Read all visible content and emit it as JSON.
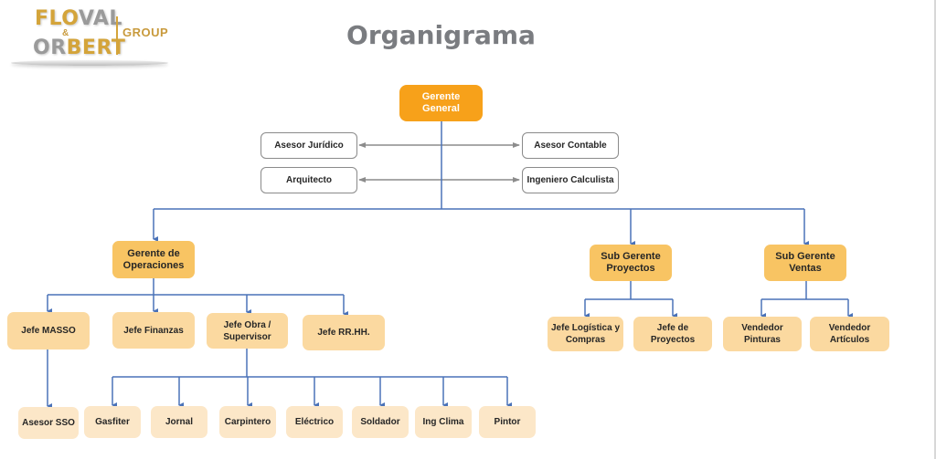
{
  "logo": {
    "line1_a": "FLO",
    "line1_b": "VAL",
    "ampersand": "&",
    "line2_a": "OR",
    "line2_b": "BERT",
    "group": "GROUP"
  },
  "title": "Organigrama",
  "colors": {
    "top": "#f7a11a",
    "manager": "#f8c463",
    "mid": "#fbd9a0",
    "low": "#fce7c8",
    "connector": "#4a72b8",
    "advisor_connector": "#8c8c8c"
  },
  "org": {
    "general_manager": "Gerente General",
    "advisors_left": [
      "Asesor Jurídico",
      "Arquitecto"
    ],
    "advisors_right": [
      "Asesor Contable",
      "Ingeniero Calculista"
    ],
    "operations": {
      "manager": "Gerente de Operaciones",
      "heads": [
        "Jefe MASSO",
        "Jefe Finanzas",
        "Jefe Obra / Supervisor",
        "Jefe RR.HH."
      ],
      "masso_report": "Asesor SSO",
      "site_workers": [
        "Gasfiter",
        "Jornal",
        "Carpintero",
        "Eléctrico",
        "Soldador",
        "Ing Clima",
        "Pintor"
      ]
    },
    "projects": {
      "manager": "Sub Gerente Proyectos",
      "heads": [
        "Jefe Logística y Compras",
        "Jefe de Proyectos"
      ]
    },
    "sales": {
      "manager": "Sub Gerente Ventas",
      "staff": [
        "Vendedor Pinturas",
        "Vendedor Artículos"
      ]
    }
  }
}
